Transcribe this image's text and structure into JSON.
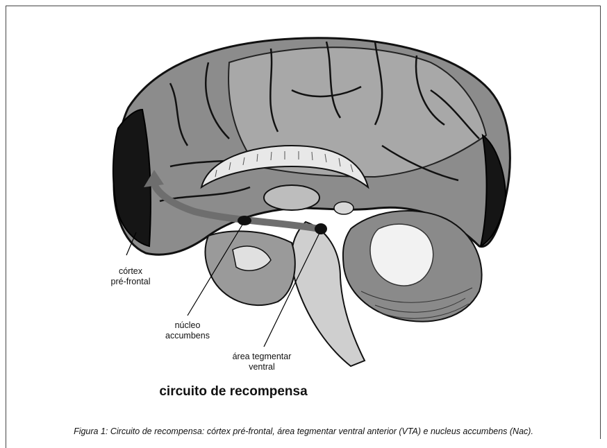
{
  "figure": {
    "labels": {
      "cortex": "córtex\npré-frontal",
      "nucleo": "núcleo\naccumbens",
      "vta": "área tegmentar\nventral"
    },
    "title": "circuito de recompensa",
    "caption": "Figura 1: Circuito de recompensa: córtex pré-frontal, área tegmentar ventral anterior (VTA) e nucleus accumbens (Nac)."
  }
}
